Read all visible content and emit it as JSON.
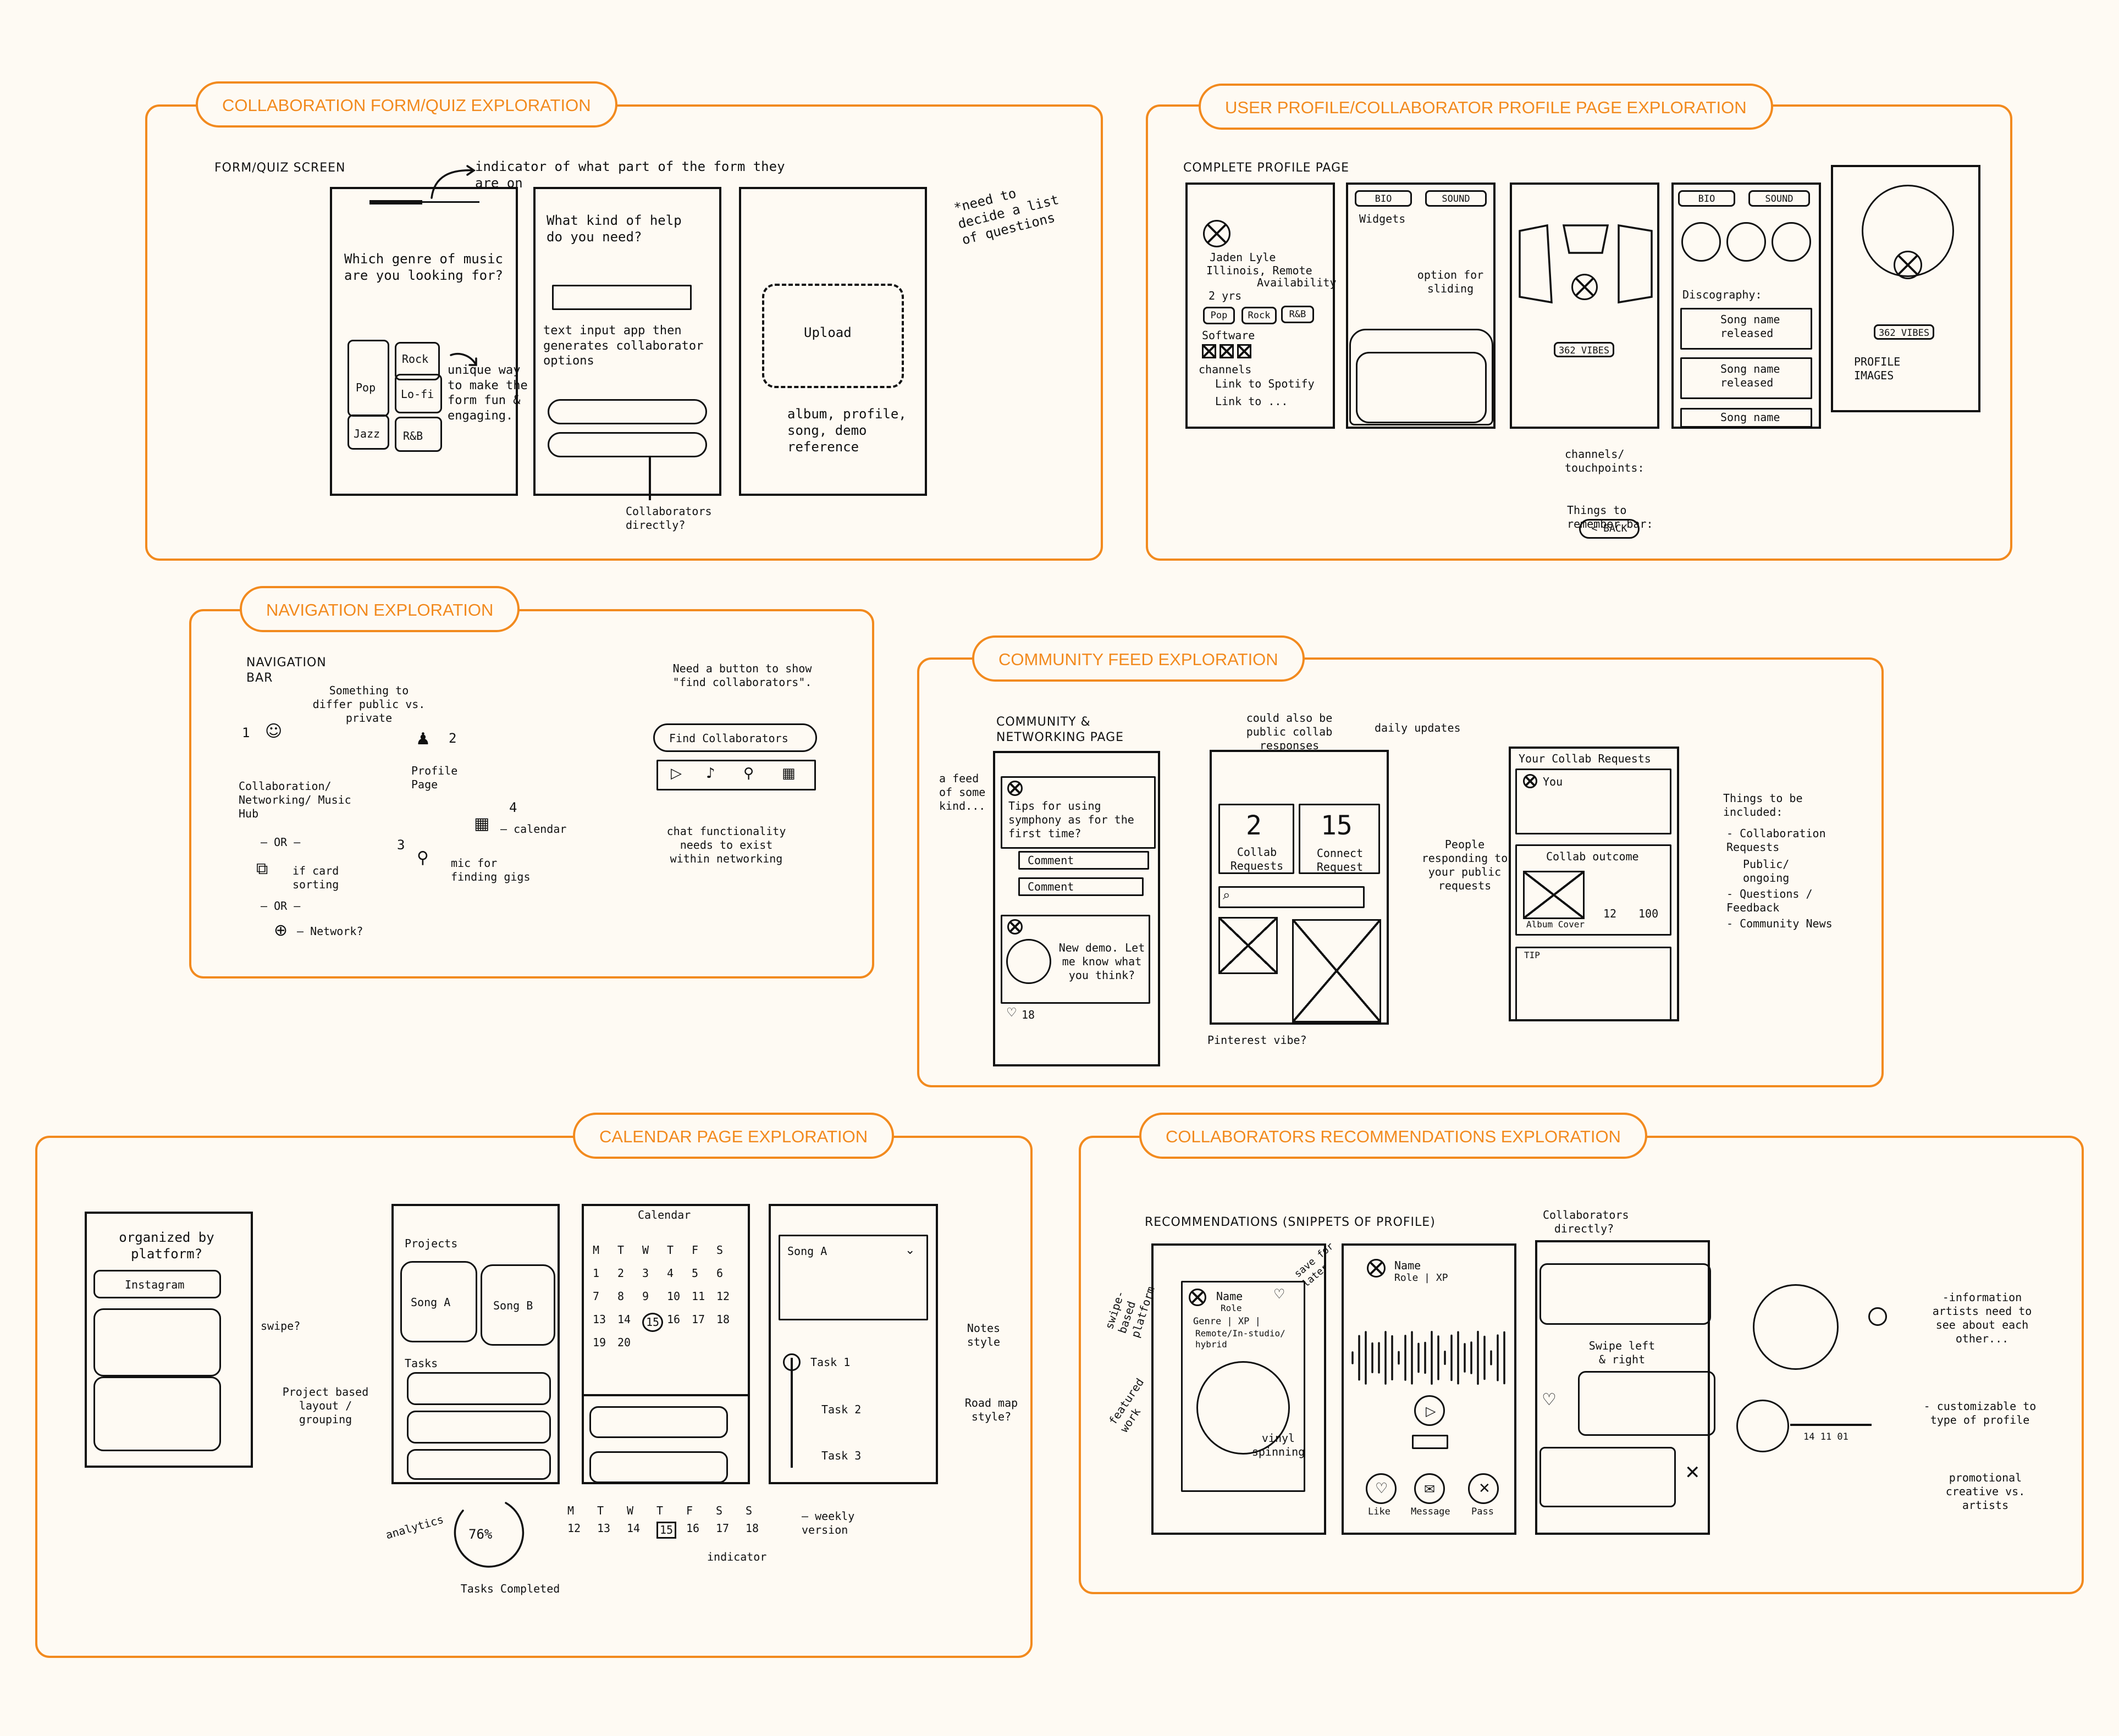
{
  "panels": {
    "collab_form": {
      "title": "COLLABORATION FORM/QUIZ EXPLORATION",
      "label": "FORM/QUIZ SCREEN",
      "indicator_note": "indicator of what part of the form they are on",
      "s1_question": "Which genre of music are you looking for?",
      "genres": [
        "Rock",
        "Pop",
        "Lo-fi",
        "Jazz",
        "R&B"
      ],
      "unique_note": "unique way to make the form fun & engaging.",
      "s2_question": "What kind of help do you need?",
      "text_input_note": "text input app then generates collaborator options",
      "collab_direct_note": "Collaborators directly?",
      "upload_label": "Upload",
      "upload_note": "album, profile, song, demo reference",
      "side_note": "*need to decide a list of questions"
    },
    "profile": {
      "title": "USER PROFILE/COLLABORATOR PROFILE PAGE EXPLORATION",
      "label": "COMPLETE PROFILE PAGE",
      "name": "Jaden Lyle",
      "location": "Illinois, Remote",
      "availability": "Availability",
      "years": "2 yrs",
      "tags": [
        "Pop",
        "Rock",
        "R&B"
      ],
      "software": "Software",
      "channels": "channels",
      "link1": "Link to Spotify",
      "link2": "Link to ...",
      "bio": "BIO",
      "sound": "SOUND",
      "widgets": "Widgets",
      "sliding_note": "option for sliding",
      "vibes": "362 VIBES",
      "discography": "Discography:",
      "song_released": "Song name released",
      "song_name": "Song name",
      "profile_images": "PROFILE IMAGES",
      "channels_note": "channels/ touchpoints:",
      "remember_note": "Things to remember bar:",
      "back": "< BACK"
    },
    "navigation": {
      "title": "NAVIGATION EXPLORATION",
      "label": "NAVIGATION BAR",
      "differ_note": "Something to differ public vs. private",
      "n1": "1",
      "n2": "2",
      "n3": "3",
      "n4": "4",
      "collab_note": "Collaboration/ Networking/ Music Hub",
      "profile_note": "Profile Page",
      "or1": "— OR —",
      "card_note": "if card sorting",
      "or2": "— OR —",
      "network_note": "— Network?",
      "calendar_note": "— calendar",
      "mic_note": "mic for finding gigs",
      "button_note": "Need a button to show \"find collaborators\".",
      "find_button": "Find Collaborators",
      "chat_note": "chat functionality needs to exist within networking"
    },
    "community": {
      "title": "COMMUNITY FEED EXPLORATION",
      "label": "COMMUNITY & NETWORKING PAGE",
      "feed_note": "a feed of some kind...",
      "tip_post": "Tips for using symphony as for the first time?",
      "comment": "Comment",
      "demo_post": "New demo. Let me know what you think?",
      "likes": "18",
      "public_note": "could also be public collab responses",
      "daily_note": "daily updates",
      "collab_requests_num": "2",
      "collab_requests": "Collab Requests",
      "connect_num": "15",
      "connect": "Connect Request",
      "pinterest_note": "Pinterest vibe?",
      "people_note": "People responding to your public requests",
      "your_requests": "Your Collab Requests",
      "you": "You",
      "collab_outcome": "Collab outcome",
      "album_cover": "Album Cover",
      "plays": "12",
      "hearts": "100",
      "tip": "TIP",
      "included_note": "Things to be included:",
      "include_items": [
        "- Collaboration Requests",
        "Public/ ongoing",
        "- Questions / Feedback",
        "- Community News"
      ]
    },
    "calendar": {
      "title": "CALENDAR PAGE EXPLORATION",
      "organized_note": "organized by platform?",
      "instagram": "Instagram",
      "swipe_note": "swipe?",
      "project_note": "Project based layout / grouping",
      "projects": "Projects",
      "song_a": "Song A",
      "song_b": "Song B",
      "tasks": "Tasks",
      "cal_title": "Calendar",
      "weekdays": [
        "M",
        "T",
        "W",
        "T",
        "F",
        "S"
      ],
      "rows": [
        [
          "1",
          "2",
          "3",
          "4",
          "5",
          "6"
        ],
        [
          "7",
          "8",
          "9",
          "10",
          "11",
          "12"
        ],
        [
          "13",
          "14",
          "15",
          "16",
          "17",
          "18"
        ],
        [
          "19",
          "20"
        ]
      ],
      "notes_style": "Notes style",
      "task1": "Task 1",
      "task2": "Task 2",
      "task3": "Task 3",
      "roadmap_note": "Road map style?",
      "analytics": "analytics",
      "percent": "76%",
      "tasks_completed": "Tasks Completed",
      "week_days": [
        "M",
        "T",
        "W",
        "T",
        "F",
        "S",
        "S"
      ],
      "week_dates": [
        "12",
        "13",
        "14",
        "15",
        "16",
        "17",
        "18"
      ],
      "weekly_note": "— weekly version",
      "indicator": "indicator"
    },
    "recommendations": {
      "title": "COLLABORATORS RECOMMENDATIONS EXPLORATION",
      "label": "RECOMMENDATIONS (SNIPPETS OF PROFILE)",
      "swipe_note": "swipe-based platform",
      "save_note": "save for later",
      "name": "Name",
      "role": "Role",
      "genre": "Genre | XP |",
      "remote": "Remote/In-studio/ hybrid",
      "featured_note": "featured work",
      "vinyl_note": "vinyl spinning",
      "name_xp": "Name",
      "role_xp": "Role | XP",
      "like": "Like",
      "message": "Message",
      "pass": "Pass",
      "direct_note": "Collaborators directly?",
      "swipe_lr": "Swipe left & right",
      "time": "14 11 01",
      "info_note": "-information artists need to see about each other...",
      "custom_note": "- customizable to type of profile",
      "promo_note": "promotional creative vs. artists"
    }
  },
  "colors": {
    "accent": "#f28a1e",
    "ink": "#111111",
    "paper": "#fefaf3"
  }
}
